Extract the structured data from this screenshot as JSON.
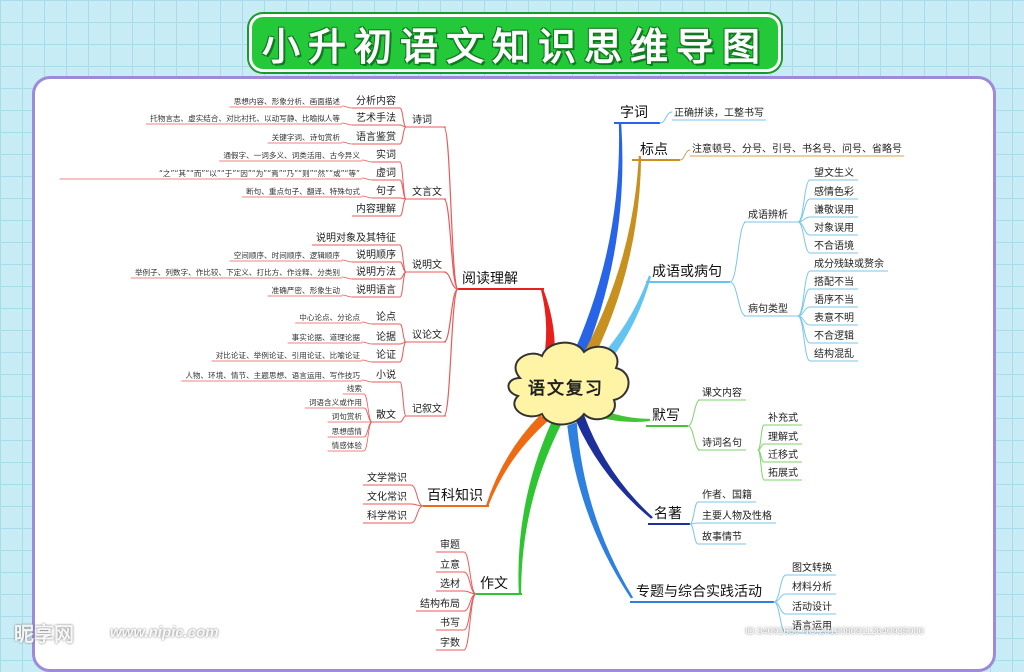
{
  "title": "小升初语文知识思维导图",
  "center": "语文复习",
  "watermark": {
    "logo": "昵享网",
    "url": "www.nipic.com",
    "id": "ID:34091650 NO:20190809112640935000"
  },
  "colors": {
    "reading": "#e8201c",
    "baike": "#ee6a13",
    "zuowen": "#2fc431",
    "zici": "#2864e8",
    "biaodian": "#c8901f",
    "chengyu": "#63c4f2",
    "moxie": "#41c534",
    "mingzhu": "#1d2f9a",
    "zhuanti": "#2d7fe0"
  },
  "left": {
    "reading": {
      "label": "阅读理解",
      "groups": [
        {
          "label": "诗词",
          "items": [
            {
              "label": "分析内容",
              "detail": "思想内容、形象分析、画面描述"
            },
            {
              "label": "艺术手法",
              "detail": "托物言志、虚实结合、对比衬托、以动写静、比喻拟人等"
            },
            {
              "label": "语言鉴赏",
              "detail": "关键字词、诗句赏析"
            }
          ]
        },
        {
          "label": "文言文",
          "items": [
            {
              "label": "实词",
              "detail": "通假字、一词多义、词类活用、古今异义"
            },
            {
              "label": "虚词",
              "detail": "“之”“其”“而”“以”“于”“因”“为”“焉”“乃”“则”“然”“或”“等”"
            },
            {
              "label": "句子",
              "detail": "断句、重点句子、翻译、特殊句式"
            },
            {
              "label": "内容理解",
              "detail": ""
            }
          ]
        },
        {
          "label": "说明文",
          "items": [
            {
              "label": "说明对象及其特征",
              "detail": ""
            },
            {
              "label": "说明顺序",
              "detail": "空间顺序、时间顺序、逻辑顺序"
            },
            {
              "label": "说明方法",
              "detail": "举例子、列数字、作比较、下定义、打比方、作诠释、分类别"
            },
            {
              "label": "说明语言",
              "detail": "准确严密、形象生动"
            }
          ]
        },
        {
          "label": "议论文",
          "items": [
            {
              "label": "论点",
              "detail": "中心论点、分论点"
            },
            {
              "label": "论据",
              "detail": "事实论据、道理论据"
            },
            {
              "label": "论证",
              "detail": "对比论证、举例论证、引用论证、比喻论证"
            }
          ]
        },
        {
          "label": "记叙文",
          "items": [
            {
              "label": "小说",
              "detail": "人物、环境、情节、主题思想、语言运用、写作技巧"
            },
            {
              "label": "散文",
              "detail": "",
              "subs": [
                "线索",
                "词语含义或作用",
                "词句赏析",
                "思想感情",
                "情感体验"
              ]
            }
          ]
        }
      ]
    },
    "baike": {
      "label": "百科知识",
      "items": [
        "文学常识",
        "文化常识",
        "科学常识"
      ]
    },
    "zuowen": {
      "label": "作文",
      "items": [
        "审题",
        "立意",
        "选材",
        "结构布局",
        "书写",
        "字数"
      ]
    }
  },
  "right": {
    "zici": {
      "label": "字词",
      "detail": "正确拼读，工整书写"
    },
    "biaodian": {
      "label": "标点",
      "detail": "注意顿号、分号、引号、书名号、问号、省略号"
    },
    "chengyu": {
      "label": "成语或病句",
      "groups": [
        {
          "label": "成语辨析",
          "items": [
            "望文生义",
            "感情色彩",
            "谦敬误用",
            "对象误用",
            "不合语境"
          ]
        },
        {
          "label": "病句类型",
          "items": [
            "成分残缺或赘余",
            "搭配不当",
            "语序不当",
            "表意不明",
            "不合逻辑",
            "结构混乱"
          ]
        }
      ]
    },
    "moxie": {
      "label": "默写",
      "groups": [
        {
          "label": "课文内容",
          "items": []
        },
        {
          "label": "诗词名句",
          "items": [
            "补充式",
            "理解式",
            "迁移式",
            "拓展式"
          ]
        }
      ]
    },
    "mingzhu": {
      "label": "名著",
      "items": [
        "作者、国籍",
        "主要人物及性格",
        "故事情节"
      ]
    },
    "zhuanti": {
      "label": "专题与综合实践活动",
      "items": [
        "图文转换",
        "材料分析",
        "活动设计",
        "语言运用"
      ]
    }
  }
}
